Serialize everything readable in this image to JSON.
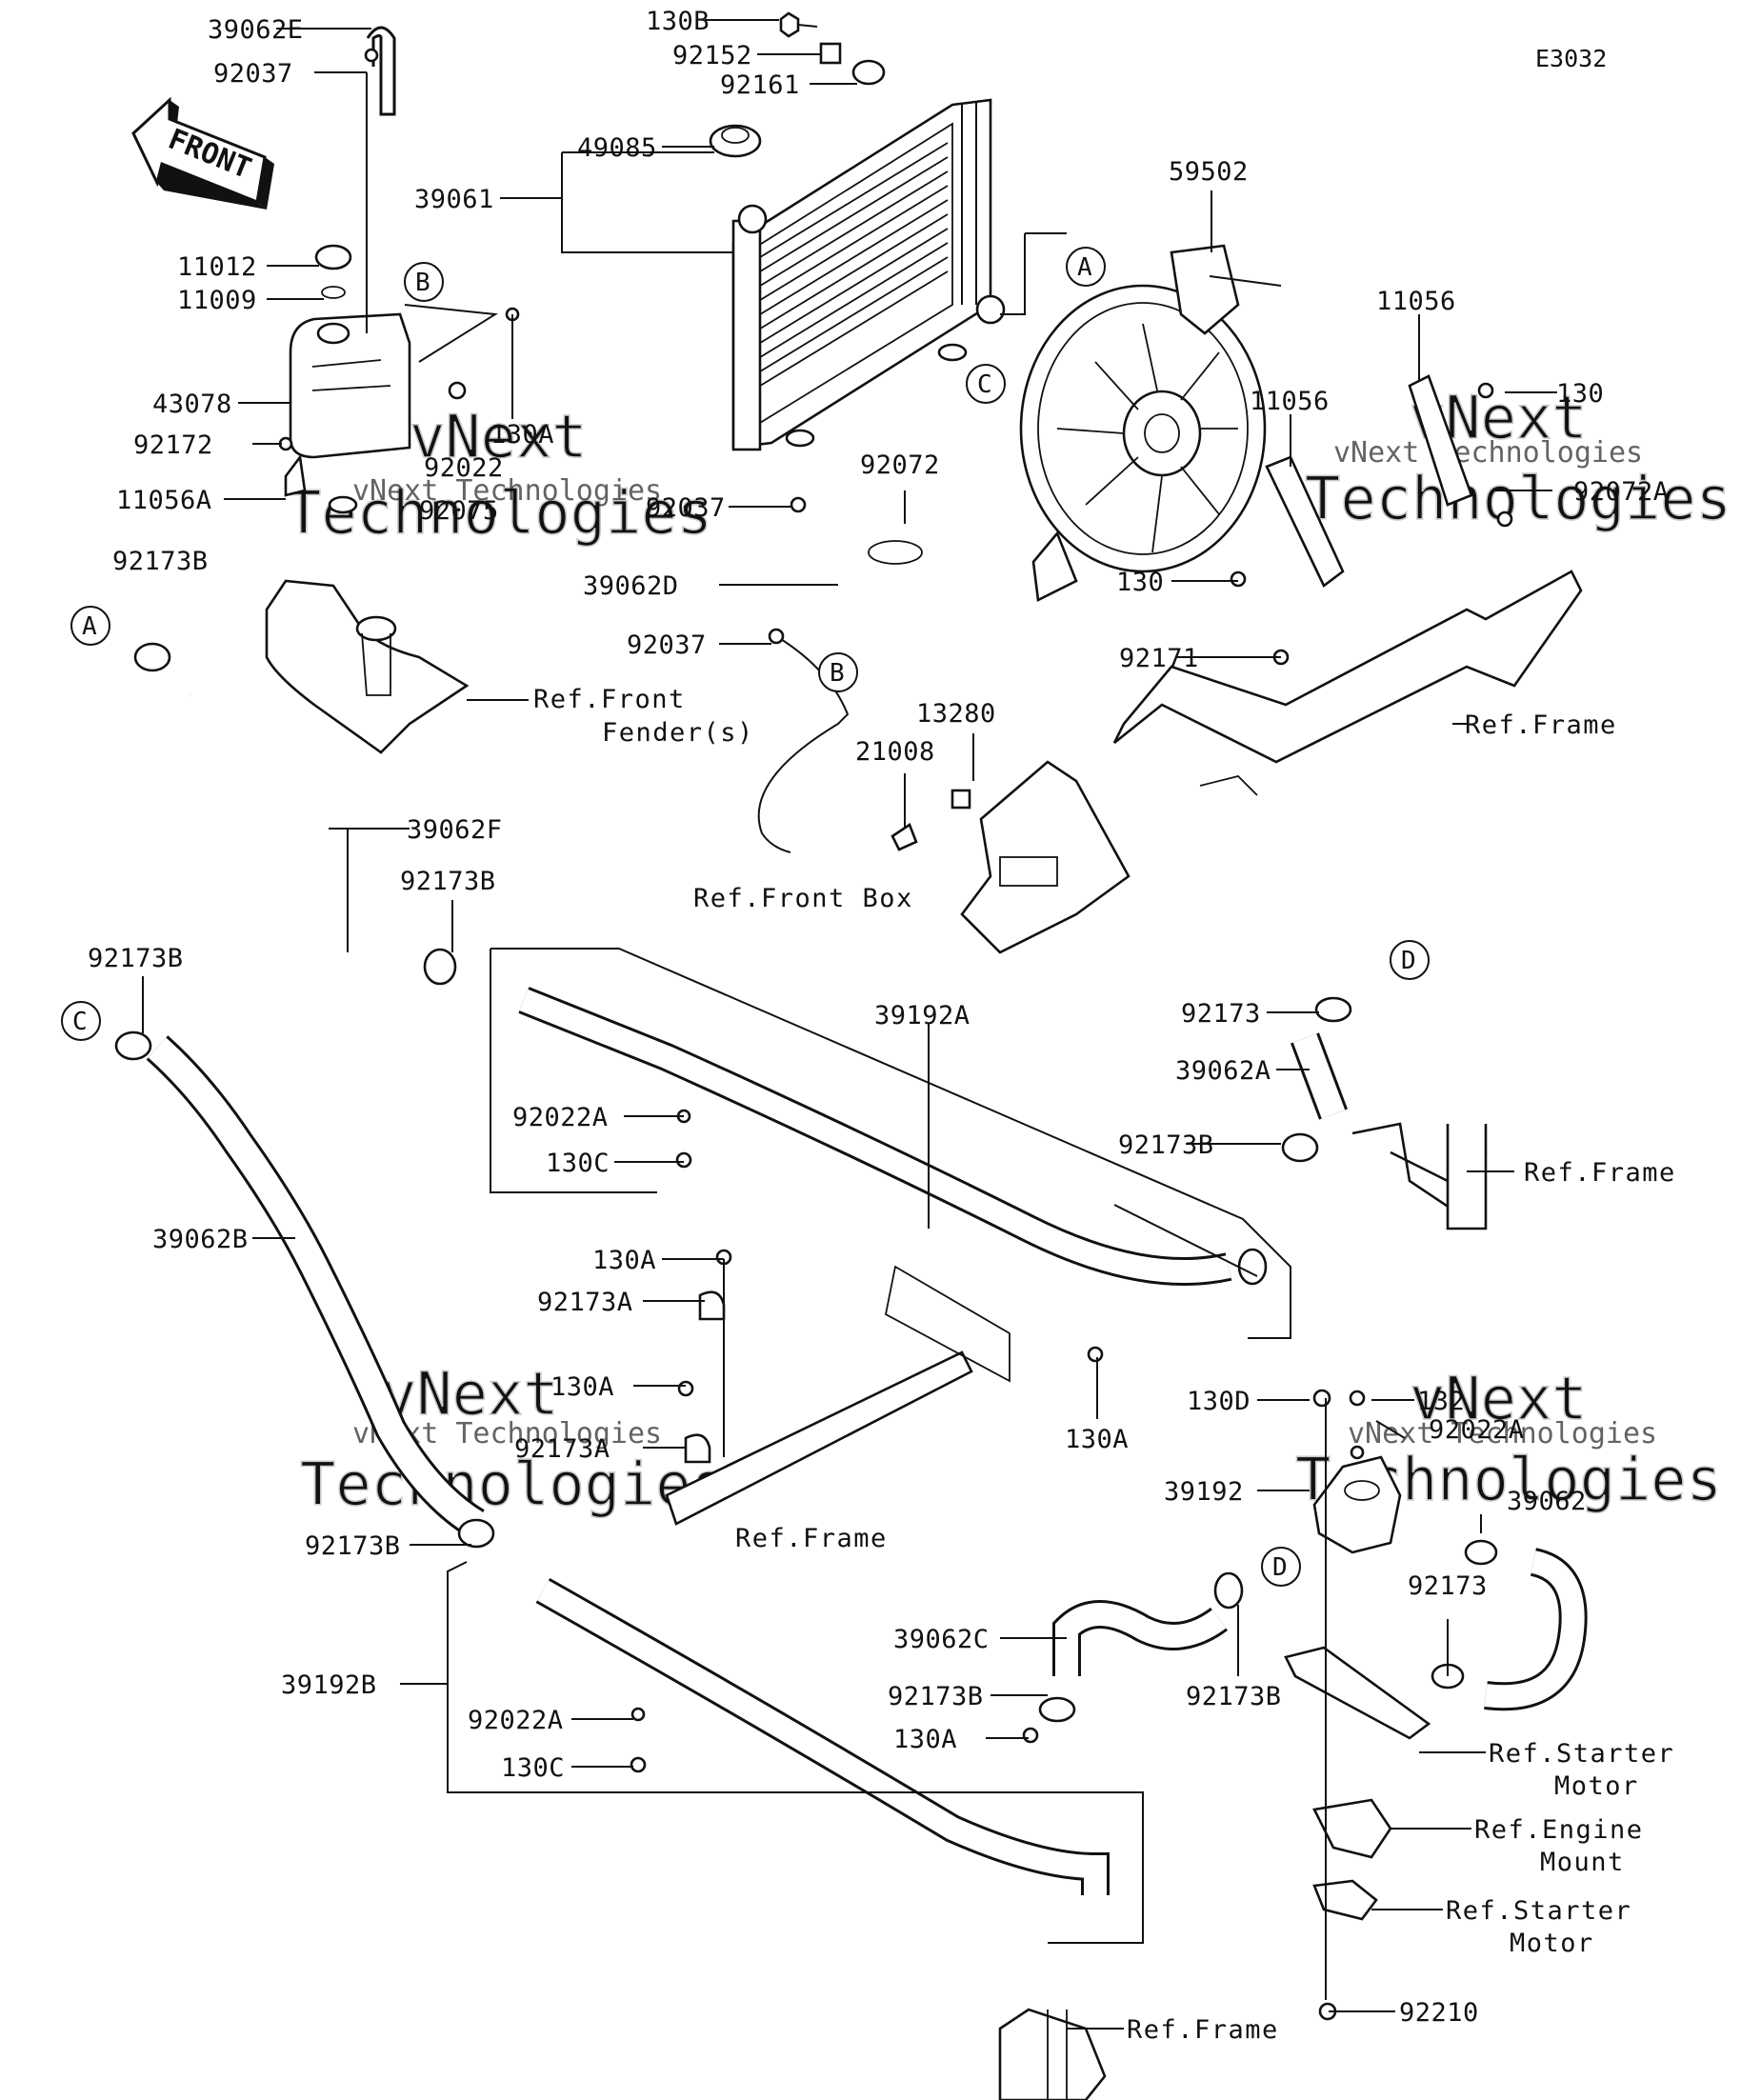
{
  "diagram_code": "E3032",
  "front_arrow": "FRONT",
  "watermark": {
    "line1": "vNext",
    "line2": "Technologies",
    "small": "vNext Technologies"
  },
  "callouts": [
    "A",
    "B",
    "C",
    "D"
  ],
  "parts": {
    "p39062E": "39062E",
    "p92037_top": "92037",
    "p130B": "130B",
    "p92152": "92152",
    "p92161": "92161",
    "p49085": "49085",
    "p39061": "39061",
    "p11012": "11012",
    "p11009": "11009",
    "p43078": "43078",
    "p92172": "92172",
    "p11056A": "11056A",
    "p92022": "92022",
    "p92075": "92075",
    "p130A_tank": "130A",
    "p92173B_a": "92173B",
    "p92037_mid": "92037",
    "p39062D": "39062D",
    "p92037_low": "92037",
    "p92072": "92072",
    "p59502": "59502",
    "p11056_a": "11056",
    "p11056_b": "11056",
    "p130": "130",
    "p92072A": "92072A",
    "p130_fan": "130",
    "p92171": "92171",
    "p13280": "13280",
    "p21008": "21008",
    "p39062F": "39062F",
    "p92173B_b": "92173B",
    "p92173B_c": "92173B",
    "p39192A": "39192A",
    "p92022A_a": "92022A",
    "p130C_a": "130C",
    "p92173_d": "92173",
    "p39062A": "39062A",
    "p92173B_d": "92173B",
    "p39062B": "39062B",
    "p130A_a": "130A",
    "p92173A_a": "92173A",
    "p130A_b": "130A",
    "p92173A_b": "92173A",
    "p130A_c": "130A",
    "p92173B_e": "92173B",
    "p39192B": "39192B",
    "p92022A_b": "92022A",
    "p130C_b": "130C",
    "p39062C": "39062C",
    "p92173B_f": "92173B",
    "p130A_d": "130A",
    "p92173B_g": "92173B",
    "p130D": "130D",
    "p132": "132",
    "p92022A_c": "92022A",
    "p39192": "39192",
    "p39062": "39062",
    "p92173_e": "92173",
    "p92210": "92210"
  },
  "refs": {
    "front_fender_1": "Ref.Front",
    "front_fender_2": "Fender(s)",
    "frame_1": "Ref.Frame",
    "front_box": "Ref.Front Box",
    "frame_2": "Ref.Frame",
    "frame_3": "Ref.Frame",
    "starter_motor_1a": "Ref.Starter",
    "starter_motor_1b": "Motor",
    "engine_mount_a": "Ref.Engine",
    "engine_mount_b": "Mount",
    "starter_motor_2a": "Ref.Starter",
    "starter_motor_2b": "Motor",
    "frame_4": "Ref.Frame"
  }
}
